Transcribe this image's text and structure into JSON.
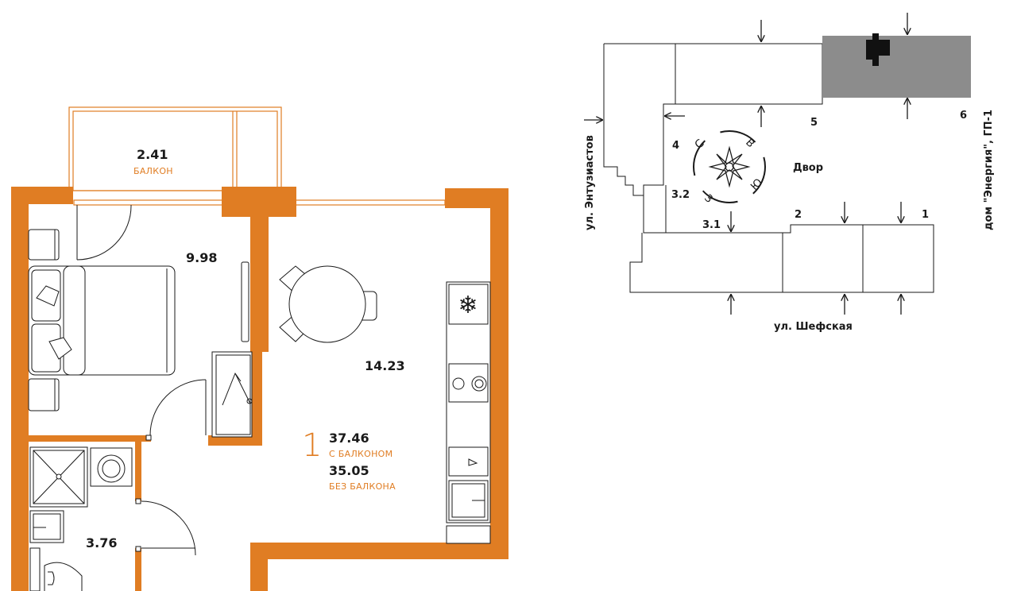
{
  "apartment": {
    "rooms_count": "1",
    "total_with_balcony": "37.46",
    "with_balcony_label": "С БАЛКОНОМ",
    "total_without_balcony": "35.05",
    "without_balcony_label": "БЕЗ БАЛКОНА",
    "rooms": [
      {
        "id": "balcony",
        "area": "2.41",
        "label": "БАЛКОН"
      },
      {
        "id": "bedroom",
        "area": "9.98"
      },
      {
        "id": "kitchen-living",
        "area": "14.23"
      },
      {
        "id": "bathroom",
        "area": "3.76"
      }
    ]
  },
  "site_plan": {
    "street_left": "ул. Энтузиастов",
    "street_bottom": "ул. Шефская",
    "neighbor_building": "дом \"Энергия\", ГП-1",
    "courtyard": "Двор",
    "compass": {
      "n": "С",
      "e": "В",
      "s": "Ю",
      "w": "З"
    },
    "section_labels": [
      "1",
      "2",
      "3.1",
      "3.2",
      "4",
      "5",
      "6"
    ]
  },
  "colors": {
    "wall": "#e07d23",
    "line": "#1a1a1a",
    "neighbor_fill": "#8c8c8c"
  }
}
